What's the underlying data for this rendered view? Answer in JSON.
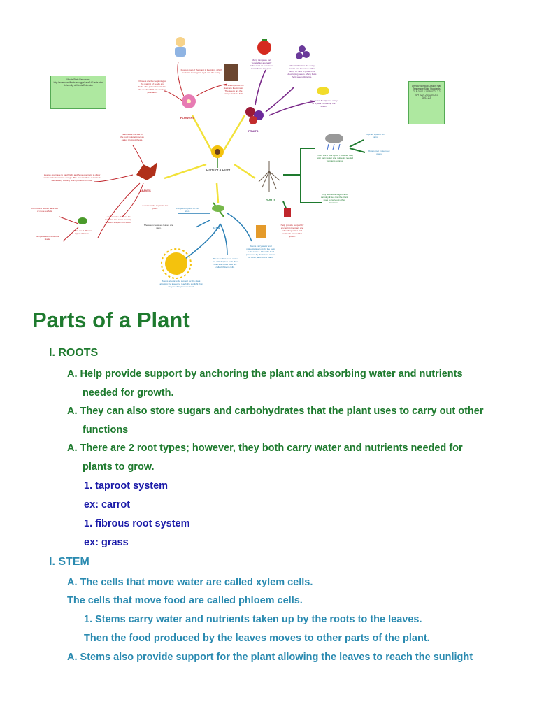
{
  "diagram": {
    "center_label": "Parts of a Plant",
    "sections": {
      "flowers": "FLOWERS",
      "fruits": "FRUITS",
      "leaves": "LEAVES",
      "roots": "ROOTS",
      "stem": "STEM"
    },
    "resources_box": "Illinois State Resources http://extension.illinois.edu/gpe/case1/c1facts.html University of Illinois Extension",
    "standards_box": "Directly Bilingual Lesson Plan Tennessee State Standards GLE 0207.2.1 SPI 0207.2.2 SPI 0207.2.3 0207.2.1 0207.2.2",
    "notes": {
      "flower_main": "Flowers part of the plant is the plant, which contains the stigma, style and the ovary.",
      "flower_pollen": "Flowers are the beginning of the making of seeds and fruits. The pollen is carried to the seeds which are used for pollination.",
      "fruit_seed": "The seeds part of the plant are the tomato. The seeds are the orange and the fruit.",
      "fruit_veg": "Many things we call vegetables are really fruits, such as tomatoes, cucumbers, and peas.",
      "fruit_after": "After fertilization the ovary swells and becomes either fleshy or hard to protect the developing seeds. Many fruits help seeds disperse.",
      "fruit_fruit": "The fruit is the ripened ovary of a plant containing the seeds.",
      "leaves_top": "Leaves are the site of the food making process called photosynthesis.",
      "leaves_light": "Leaves are made to catch light and have openings to allow water and air to come and go. The outer surface of the leaf has a waxy coating which protects the leaf.",
      "leaves_compound": "Compound leaves have two or more leaflets.",
      "leaves_simple": "Simple leaves have one blade.",
      "leaves_types": "There are 2 different types of leaves.",
      "leaves_food": "Leaves make the food for the plant and come in many different shapes and sizes.",
      "leaves_sugar": "Leaves make sugar for the plant.",
      "roots_types": "There are 2 root types. However, they both carry water and nutrients needed for plants to grow.",
      "roots_taproot": "taproot system: ex carrot",
      "roots_fibrous": "fibrous root system: ex grass",
      "roots_store": "They also store sugars and carbohydrates that the plant uses to carry out other functions.",
      "roots_support": "Help provide support by anchoring the plant and absorbing water and nutrients needed for growth.",
      "stem_two": "2 important parts of the stem",
      "stem_between": "The areas between leaves and stem.",
      "stem_xylem": "The cells that move water are called xylem cells. The cells that move food are called phloem cells.",
      "stem_carry": "Stems carry water and nutrients taken up by the roots to the leaves. Then the food produced by the leaves moves to other parts of the plant.",
      "stem_support": "Stems also provide support for the plant allowing the leaves to reach the sunlight that they need to produce food."
    }
  },
  "doc": {
    "title": "Parts of a Plant",
    "lines": [
      "I.  ROOTS",
      "A.  Help provide support by anchoring the plant and absorbing water and nutrients",
      "needed for growth.",
      "A.  They can also store sugars and carbohydrates that the plant uses to carry out other",
      "functions",
      "A.  There are 2 root types; however, they both carry water and nutrients needed for",
      "plants to grow.",
      "1.  taproot system",
      "ex: carrot",
      "1.  fibrous root system",
      "ex: grass",
      "I.  STEM",
      "A.  The cells that move water are called xylem cells.",
      "The cells that move food are called phloem cells.",
      "1.  Stems carry water and nutrients taken up by the roots to the leaves.",
      "Then the food produced by the leaves moves to other parts of the plant.",
      "A.  Stems also provide support for the plant allowing the leaves to reach the sunlight"
    ]
  }
}
